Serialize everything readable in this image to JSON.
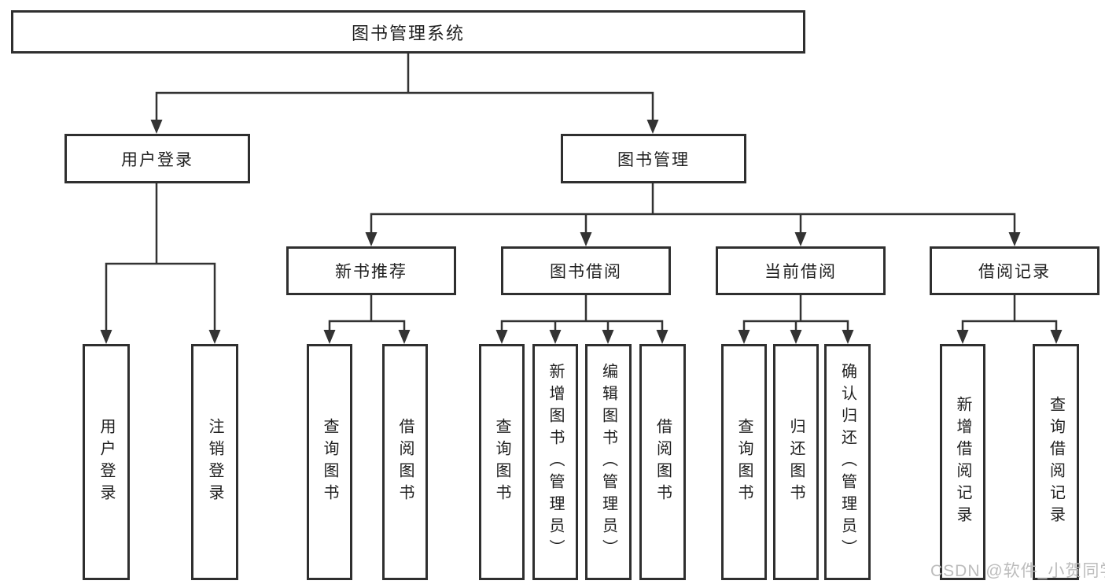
{
  "nodes": {
    "root": {
      "label": "图书管理系统"
    },
    "user_login": {
      "label": "用户登录"
    },
    "book_mgmt": {
      "label": "图书管理"
    },
    "new_book_rec": {
      "label": "新书推荐"
    },
    "book_borrow": {
      "label": "图书借阅"
    },
    "current_borrow": {
      "label": "当前借阅"
    },
    "borrow_records": {
      "label": "借阅记录"
    },
    "leaf_user_login": {
      "label": "用户登录"
    },
    "leaf_logout": {
      "label": "注销登录"
    },
    "rec_query_books": {
      "label": "查询图书"
    },
    "rec_borrow_books": {
      "label": "借阅图书"
    },
    "bb_query_books": {
      "label": "查询图书"
    },
    "bb_add_books": {
      "label": "新增图书（管理员）"
    },
    "bb_edit_books": {
      "label": "编辑图书（管理员）"
    },
    "bb_borrow_books": {
      "label": "借阅图书"
    },
    "cb_query_books": {
      "label": "查询图书"
    },
    "cb_return_books": {
      "label": "归还图书"
    },
    "cb_confirm_return": {
      "label": "确认归还（管理员）"
    },
    "br_add_record": {
      "label": "新增借阅记录"
    },
    "br_query_record": {
      "label": "查询借阅记录"
    }
  },
  "watermark": {
    "text": "CSDN @软件_小贺同学"
  },
  "colors": {
    "line": "#333333",
    "box_border": "#2f2f2f",
    "text": "#1f1f1f",
    "watermark": "#bcbcbc",
    "background": "#ffffff"
  }
}
